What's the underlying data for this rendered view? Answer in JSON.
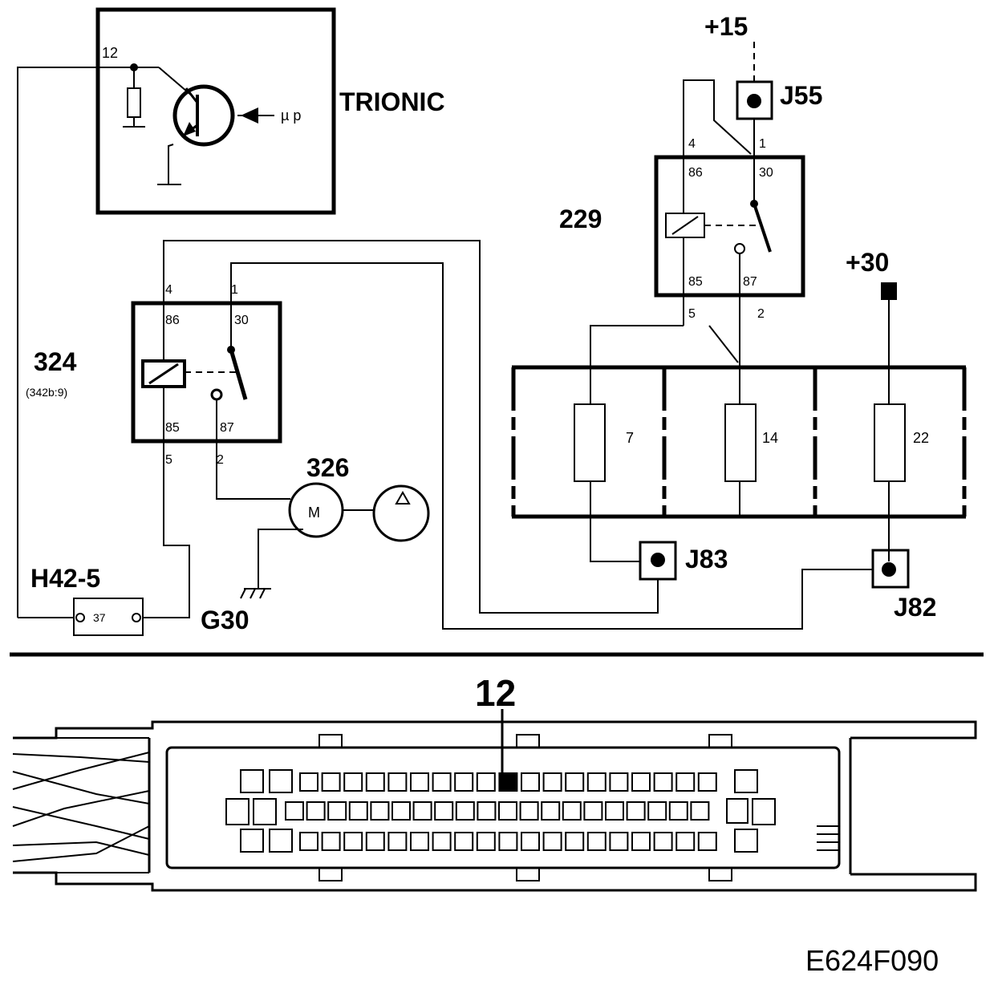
{
  "ecu": {
    "name": "TRIONIC",
    "pin": "12",
    "mu": "µ p"
  },
  "supply_15": "+15",
  "supply_30": "+30",
  "j55": "J55",
  "j83": "J83",
  "j82": "J82",
  "relay229": {
    "id": "229",
    "t4": "4",
    "t1": "1",
    "t86": "86",
    "t30": "30",
    "t85": "85",
    "t87": "87",
    "t5": "5",
    "t2": "2"
  },
  "relay324": {
    "id": "324",
    "sub": "(342b:9)",
    "t4": "4",
    "t1": "1",
    "t86": "86",
    "t30": "30",
    "t85": "85",
    "t87": "87",
    "t5": "5",
    "t2": "2"
  },
  "pump": {
    "id": "326",
    "motor": "M",
    "ground": "G30"
  },
  "connector": {
    "id": "H42-5",
    "pin": "37"
  },
  "fuses": {
    "f7": "7",
    "f14": "14",
    "f22": "22"
  },
  "plug_pin": "12",
  "figure_code": "E624F090"
}
